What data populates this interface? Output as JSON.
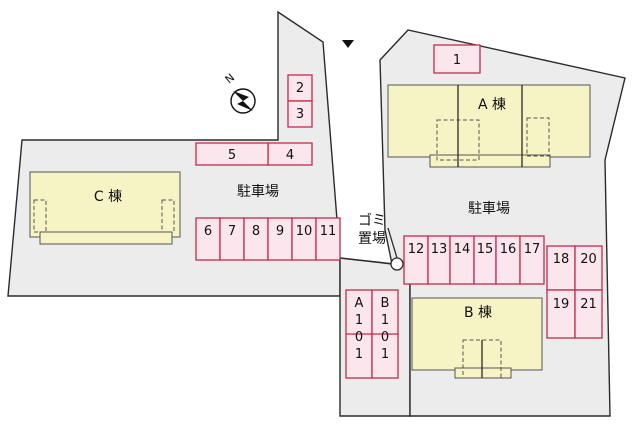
{
  "map": {
    "north_label": "N",
    "buildings": {
      "a": "A 棟",
      "b": "B 棟",
      "c": "C 棟"
    },
    "parking_labels": [
      "駐車場",
      "駐車場"
    ],
    "garbage_label": [
      "ゴミ",
      "置場"
    ],
    "stalls": [
      "1",
      "2",
      "3",
      "4",
      "5",
      "6",
      "7",
      "8",
      "9",
      "10",
      "11",
      "12",
      "13",
      "14",
      "15",
      "16",
      "17",
      "18",
      "19",
      "20",
      "21"
    ],
    "bike_stalls": [
      {
        "letter": "A",
        "digits": [
          "1",
          "0",
          "1"
        ]
      },
      {
        "letter": "B",
        "digits": [
          "1",
          "0",
          "1"
        ]
      }
    ]
  }
}
